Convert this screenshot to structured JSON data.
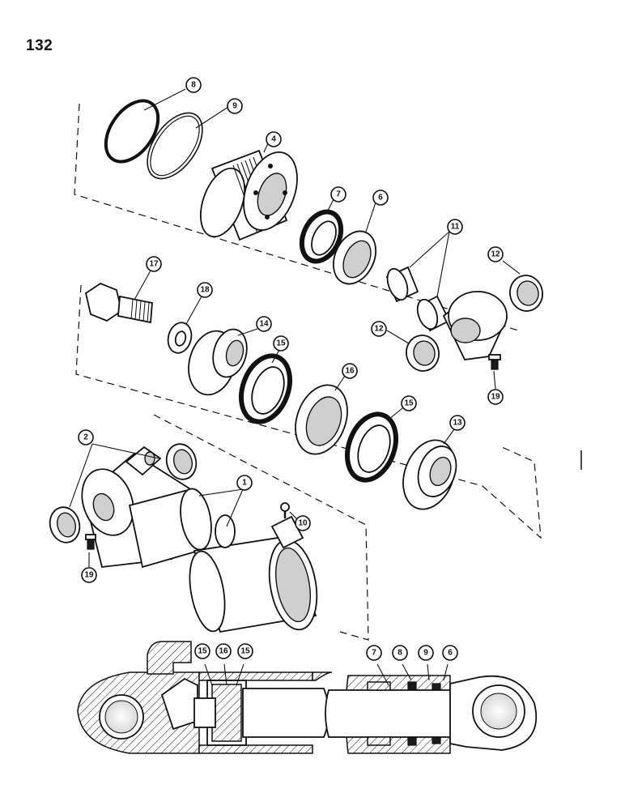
{
  "page": {
    "number": "132"
  },
  "callouts": {
    "c8a": "8",
    "c9a": "9",
    "c4": "4",
    "c7a": "7",
    "c6a": "6",
    "c11": "11",
    "c12a": "12",
    "c12b": "12",
    "c17": "17",
    "c18": "18",
    "c14": "14",
    "c15a": "15",
    "c16a": "16",
    "c15b": "15",
    "c13": "13",
    "c19a": "19",
    "c2": "2",
    "c1": "1",
    "c10": "10",
    "c19b": "19",
    "c15c": "15",
    "c16b": "16",
    "c15d": "15",
    "c7b": "7",
    "c8b": "8",
    "c9b": "9",
    "c6b": "6"
  }
}
